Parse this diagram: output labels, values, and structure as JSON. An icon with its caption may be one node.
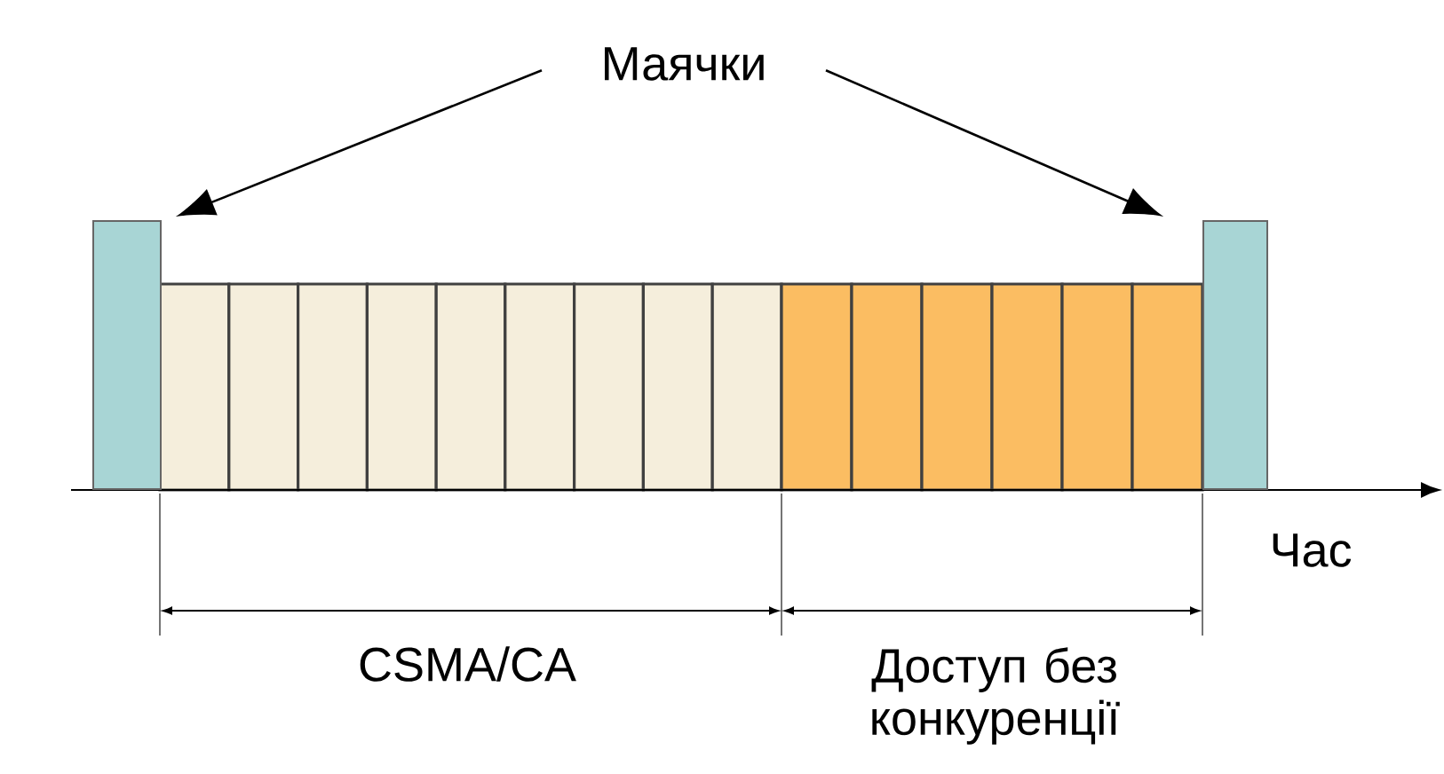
{
  "diagram": {
    "nodes": [
      {
        "text": [
          "Маячки"
        ]
      },
      {
        "text": [],
        "shape": "box"
      },
      {
        "text": [],
        "shape": "box"
      }
    ],
    "edges": [
      {
        "from": 0,
        "to": 1,
        "arrow": "to"
      },
      {
        "from": 0,
        "to": 2,
        "arrow": "to"
      }
    ],
    "labels": [
      "Час",
      "CSMA/CA",
      "Доступ без конкуренції"
    ]
  }
}
